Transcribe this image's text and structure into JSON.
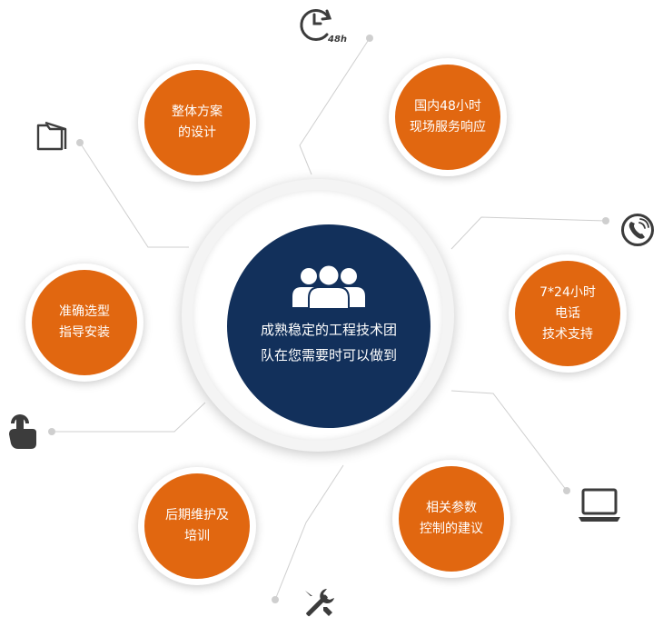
{
  "colors": {
    "accent": "#e16710",
    "hub": "#12305b",
    "connector": "#cfcfcf",
    "icon": "#3c3c3c"
  },
  "hub": {
    "icon": "team-icon",
    "lines": [
      "成熟稳定的工程技术团",
      "队在您需要时可以做到"
    ]
  },
  "services": [
    {
      "key": "design",
      "lines": [
        "整体方案",
        "的设计"
      ],
      "icon": "open-folder-icon"
    },
    {
      "key": "onsite",
      "lines": [
        "国内48小时",
        "现场服务响应"
      ],
      "icon": "clock-48h-icon"
    },
    {
      "key": "phone",
      "lines": [
        "7*24小时",
        "电话",
        "技术支持"
      ],
      "icon": "phone-icon"
    },
    {
      "key": "params",
      "lines": [
        "相关参数",
        "控制的建议"
      ],
      "icon": "laptop-icon"
    },
    {
      "key": "maintenance",
      "lines": [
        "后期维护及",
        "培训"
      ],
      "icon": "tools-icon"
    },
    {
      "key": "selection",
      "lines": [
        "准确选型",
        "指导安装"
      ],
      "icon": "pointing-hand-icon"
    }
  ],
  "icons": {
    "clock_label": "48h"
  }
}
